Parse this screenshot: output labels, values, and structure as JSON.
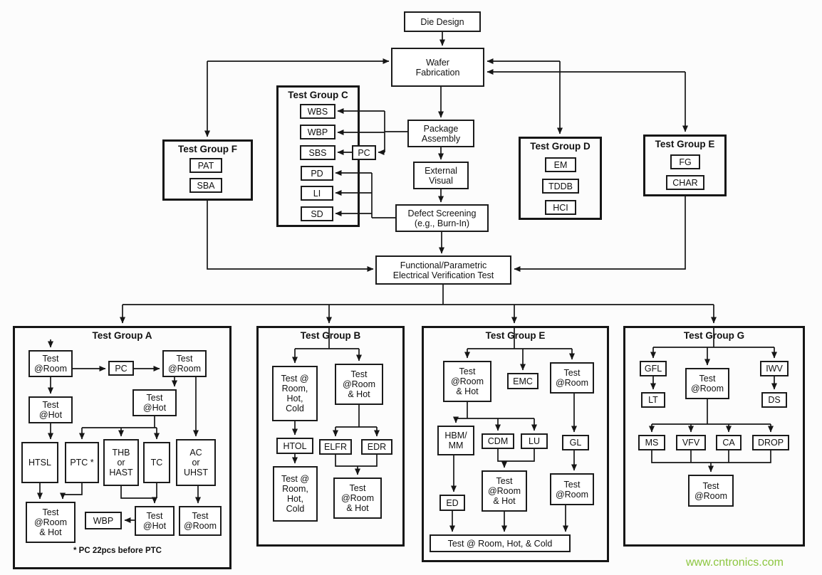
{
  "colors": {
    "accent_green": "#8CC63F",
    "line": "#161616"
  },
  "watermark": {
    "text": "www.cntronics.com"
  },
  "flow": {
    "die_design": "Die Design",
    "wafer_fabrication": "Wafer\nFabrication",
    "package_assembly": "Package\nAssembly",
    "external_visual": "External\nVisual",
    "defect_screening": "Defect Screening\n(e.g., Burn-In)",
    "functional_test": "Functional/Parametric\nElectrical Verification Test"
  },
  "group_c": {
    "title": "Test Group C",
    "wbs": "WBS",
    "wbp": "WBP",
    "sbs": "SBS",
    "pd": "PD",
    "li": "LI",
    "sd": "SD",
    "pc": "PC"
  },
  "group_f": {
    "title": "Test Group F",
    "pat": "PAT",
    "sba": "SBA"
  },
  "group_d": {
    "title": "Test Group D",
    "em": "EM",
    "tddb": "TDDB",
    "hci": "HCI"
  },
  "group_e_top": {
    "title": "Test Group E",
    "fg": "FG",
    "char": "CHAR"
  },
  "group_a": {
    "title": "Test Group A",
    "test_room_1": "Test\n@Room",
    "pc": "PC",
    "test_room_2": "Test\n@Room",
    "test_hot_1": "Test\n@Hot",
    "test_hot_2": "Test\n@Hot",
    "htsl": "HTSL",
    "ptc": "PTC *",
    "thb_hast": "THB\nor\nHAST",
    "tc": "TC",
    "ac_uhst": "AC\nor\nUHST",
    "test_room_hot": "Test\n@Room\n& Hot",
    "wbp": "WBP",
    "test_hot_3": "Test\n@Hot",
    "test_room_3": "Test\n@Room",
    "footnote": "* PC 22pcs before PTC"
  },
  "group_b": {
    "title": "Test Group B",
    "test_rhc_1": "Test @\nRoom,\nHot,\nCold",
    "test_room_hot_1": "Test\n@Room\n& Hot",
    "htol": "HTOL",
    "elfr": "ELFR",
    "edr": "EDR",
    "test_rhc_2": "Test @\nRoom,\nHot,\nCold",
    "test_room_hot_2": "Test\n@Room\n& Hot"
  },
  "group_e_bottom": {
    "title": "Test Group E",
    "test_room_hot_1": "Test\n@Room\n& Hot",
    "emc": "EMC",
    "test_room_1": "Test\n@Room",
    "hbm_mm": "HBM/\nMM",
    "cdm": "CDM",
    "lu": "LU",
    "gl": "GL",
    "test_room_hot_2": "Test\n@Room\n& Hot",
    "test_room_2": "Test\n@Room",
    "ed": "ED",
    "final": "Test @ Room, Hot, & Cold"
  },
  "group_g": {
    "title": "Test Group G",
    "gfl": "GFL",
    "lt": "LT",
    "test_room_1": "Test\n@Room",
    "iwv": "IWV",
    "ds": "DS",
    "ms": "MS",
    "vfv": "VFV",
    "ca": "CA",
    "drop": "DROP",
    "test_room_2": "Test\n@Room"
  }
}
